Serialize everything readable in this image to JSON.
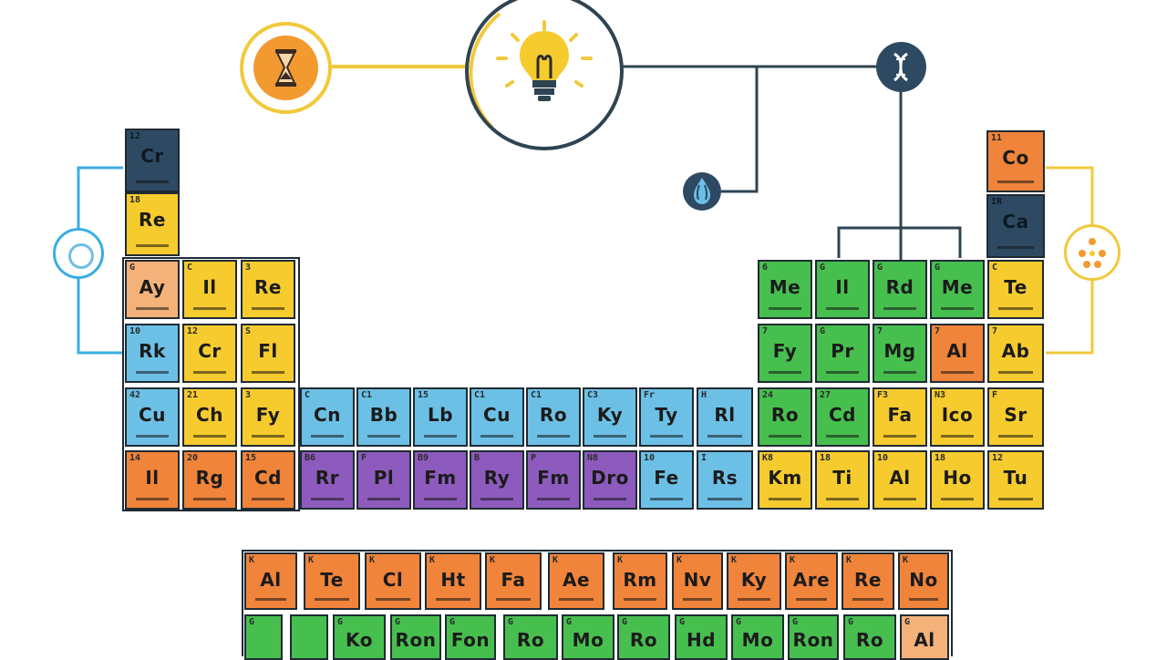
{
  "colors": {
    "orange": "#f0843a",
    "peach": "#f4b27a",
    "yellow": "#f6cb2e",
    "blue": "#6cc0e6",
    "purple": "#8d5bbd",
    "green": "#47bf4f",
    "navy": "#2e4a63",
    "line_yellow": "#f2c93c",
    "line_blue": "#3aaee0",
    "line_dark": "#2f4452",
    "outline": "#1f2a33"
  },
  "icons": {
    "hourglass": "hourglass-icon",
    "lightbulb": "lightbulb-icon",
    "dna": "dna-icon",
    "drop": "water-drop-icon",
    "ring": "ring-icon",
    "molecule": "molecule-icon"
  },
  "cells": [
    {
      "id": "c01",
      "num": "12",
      "sym": "Cr",
      "color": "navy"
    },
    {
      "id": "c02",
      "num": "18",
      "sym": "Re",
      "color": "yellow"
    },
    {
      "id": "c03",
      "num": "G",
      "sym": "Ay",
      "color": "peach"
    },
    {
      "id": "c04",
      "num": "C",
      "sym": "Il",
      "color": "yellow"
    },
    {
      "id": "c05",
      "num": "3",
      "sym": "Re",
      "color": "yellow"
    },
    {
      "id": "c06",
      "num": "10",
      "sym": "Rk",
      "color": "blue"
    },
    {
      "id": "c07",
      "num": "12",
      "sym": "Cr",
      "color": "yellow"
    },
    {
      "id": "c08",
      "num": "S",
      "sym": "Fl",
      "color": "yellow"
    },
    {
      "id": "c09",
      "num": "42",
      "sym": "Cu",
      "color": "blue"
    },
    {
      "id": "c10",
      "num": "21",
      "sym": "Ch",
      "color": "yellow"
    },
    {
      "id": "c11",
      "num": "3",
      "sym": "Fy",
      "color": "yellow"
    },
    {
      "id": "c12",
      "num": "C",
      "sym": "Cn",
      "color": "blue"
    },
    {
      "id": "c13",
      "num": "C1",
      "sym": "Bb",
      "color": "blue"
    },
    {
      "id": "c14",
      "num": "15",
      "sym": "Lb",
      "color": "blue"
    },
    {
      "id": "c15",
      "num": "C1",
      "sym": "Cu",
      "color": "blue"
    },
    {
      "id": "c16",
      "num": "C1",
      "sym": "Ro",
      "color": "blue"
    },
    {
      "id": "c17",
      "num": "C3",
      "sym": "Ky",
      "color": "blue"
    },
    {
      "id": "c18",
      "num": "Fr",
      "sym": "Ty",
      "color": "blue"
    },
    {
      "id": "c19",
      "num": "H",
      "sym": "Rl",
      "color": "blue"
    },
    {
      "id": "c20",
      "num": "24",
      "sym": "Ro",
      "color": "green"
    },
    {
      "id": "c21",
      "num": "27",
      "sym": "Cd",
      "color": "green"
    },
    {
      "id": "c22",
      "num": "F3",
      "sym": "Fa",
      "color": "yellow"
    },
    {
      "id": "c23",
      "num": "N3",
      "sym": "Ico",
      "color": "yellow"
    },
    {
      "id": "c24",
      "num": "F",
      "sym": "Sr",
      "color": "yellow"
    },
    {
      "id": "c25",
      "num": "14",
      "sym": "Il",
      "color": "orange"
    },
    {
      "id": "c26",
      "num": "20",
      "sym": "Rg",
      "color": "orange"
    },
    {
      "id": "c27",
      "num": "15",
      "sym": "Cd",
      "color": "orange"
    },
    {
      "id": "c28",
      "num": "B6",
      "sym": "Rr",
      "color": "purple"
    },
    {
      "id": "c29",
      "num": "F",
      "sym": "Pl",
      "color": "purple"
    },
    {
      "id": "c30",
      "num": "B9",
      "sym": "Fm",
      "color": "purple"
    },
    {
      "id": "c31",
      "num": "B",
      "sym": "Ry",
      "color": "purple"
    },
    {
      "id": "c32",
      "num": "P",
      "sym": "Fm",
      "color": "purple"
    },
    {
      "id": "c33",
      "num": "N8",
      "sym": "Dro",
      "color": "purple"
    },
    {
      "id": "c34",
      "num": "10",
      "sym": "Fe",
      "color": "blue"
    },
    {
      "id": "c35",
      "num": "I",
      "sym": "Rs",
      "color": "blue"
    },
    {
      "id": "c36",
      "num": "K8",
      "sym": "Km",
      "color": "yellow"
    },
    {
      "id": "c37",
      "num": "18",
      "sym": "Ti",
      "color": "yellow"
    },
    {
      "id": "c38",
      "num": "10",
      "sym": "Al",
      "color": "yellow"
    },
    {
      "id": "c39",
      "num": "18",
      "sym": "Ho",
      "color": "yellow"
    },
    {
      "id": "c40",
      "num": "12",
      "sym": "Tu",
      "color": "yellow"
    },
    {
      "id": "c41",
      "num": "6",
      "sym": "Me",
      "color": "green"
    },
    {
      "id": "c42",
      "num": "G",
      "sym": "Il",
      "color": "green"
    },
    {
      "id": "c43",
      "num": "G",
      "sym": "Rd",
      "color": "green"
    },
    {
      "id": "c44",
      "num": "G",
      "sym": "Me",
      "color": "green"
    },
    {
      "id": "c45",
      "num": "C",
      "sym": "Te",
      "color": "yellow"
    },
    {
      "id": "c46",
      "num": "7",
      "sym": "Fy",
      "color": "green"
    },
    {
      "id": "c47",
      "num": "G",
      "sym": "Pr",
      "color": "green"
    },
    {
      "id": "c48",
      "num": "7",
      "sym": "Mg",
      "color": "green"
    },
    {
      "id": "c49",
      "num": "7",
      "sym": "Al",
      "color": "orange"
    },
    {
      "id": "c50",
      "num": "7",
      "sym": "Ab",
      "color": "yellow"
    },
    {
      "id": "c51",
      "num": "11",
      "sym": "Co",
      "color": "orange"
    },
    {
      "id": "c52",
      "num": "IR",
      "sym": "Ca",
      "color": "navy"
    },
    {
      "id": "c53",
      "num": "K",
      "sym": "Al",
      "color": "orange"
    },
    {
      "id": "c54",
      "num": "K",
      "sym": "Te",
      "color": "orange"
    },
    {
      "id": "c55",
      "num": "K",
      "sym": "Cl",
      "color": "orange"
    },
    {
      "id": "c56",
      "num": "K",
      "sym": "Ht",
      "color": "orange"
    },
    {
      "id": "c57",
      "num": "K",
      "sym": "Fa",
      "color": "orange"
    },
    {
      "id": "c58",
      "num": "K",
      "sym": "Ae",
      "color": "orange"
    },
    {
      "id": "c59",
      "num": "K",
      "sym": "Rm",
      "color": "orange"
    },
    {
      "id": "c60",
      "num": "K",
      "sym": "Nv",
      "color": "orange"
    },
    {
      "id": "c61",
      "num": "K",
      "sym": "Ky",
      "color": "orange"
    },
    {
      "id": "c62",
      "num": "K",
      "sym": "Are",
      "color": "orange"
    },
    {
      "id": "c63",
      "num": "K",
      "sym": "Re",
      "color": "orange"
    },
    {
      "id": "c64",
      "num": "K",
      "sym": "No",
      "color": "orange"
    },
    {
      "id": "c65",
      "num": "G",
      "sym": "",
      "color": "green"
    },
    {
      "id": "c66",
      "num": "",
      "sym": "",
      "color": "green"
    },
    {
      "id": "c67",
      "num": "G",
      "sym": "Ko",
      "color": "green"
    },
    {
      "id": "c68",
      "num": "G",
      "sym": "Ron",
      "color": "green"
    },
    {
      "id": "c69",
      "num": "G",
      "sym": "Fon",
      "color": "green"
    },
    {
      "id": "c70",
      "num": "G",
      "sym": "Ro",
      "color": "green"
    },
    {
      "id": "c71",
      "num": "G",
      "sym": "Mo",
      "color": "green"
    },
    {
      "id": "c72",
      "num": "G",
      "sym": "Ro",
      "color": "green"
    },
    {
      "id": "c73",
      "num": "G",
      "sym": "Hd",
      "color": "green"
    },
    {
      "id": "c74",
      "num": "G",
      "sym": "Mo",
      "color": "green"
    },
    {
      "id": "c75",
      "num": "G",
      "sym": "Ron",
      "color": "green"
    },
    {
      "id": "c76",
      "num": "G",
      "sym": "Ro",
      "color": "green"
    },
    {
      "id": "c77",
      "num": "G",
      "sym": "Al",
      "color": "peach"
    }
  ]
}
